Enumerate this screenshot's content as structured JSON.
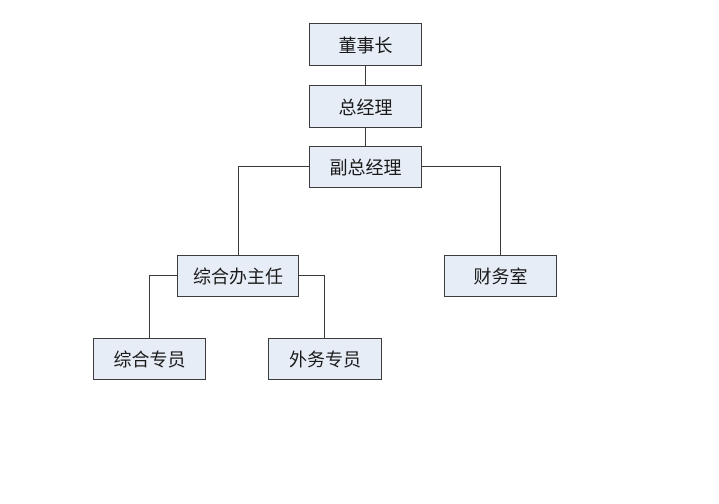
{
  "nodes": {
    "chairman": "董事长",
    "general_manager": "总经理",
    "deputy_general_manager": "副总经理",
    "admin_office_head": "综合办主任",
    "finance_office": "财务室",
    "admin_staff": "综合专员",
    "external_affairs_staff": "外务专员"
  },
  "colors": {
    "node_fill": "#e6edf6",
    "node_border": "#3c3c3c",
    "connector": "#3a3a3a"
  }
}
